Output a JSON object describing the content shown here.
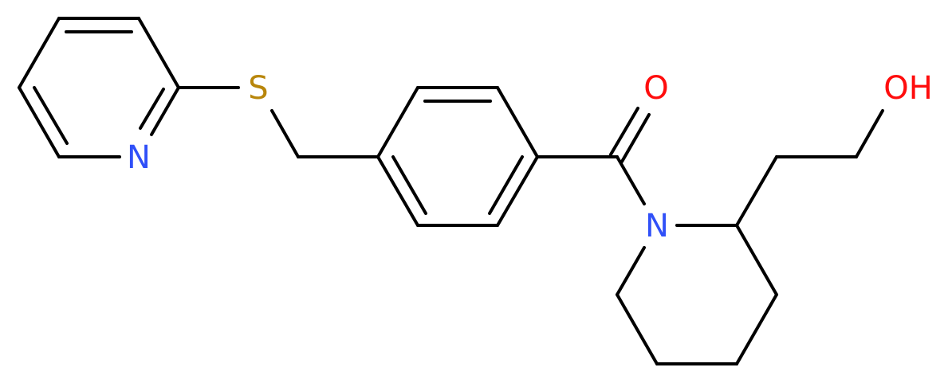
{
  "diagram": {
    "type": "chemical-structure",
    "description": "2-(2-hydroxyethyl)piperidin-1-yl 4-[(pyridin-2-ylsulfanyl)methyl]phenyl methanone",
    "colors": {
      "bond": "#000000",
      "nitrogen": "#3050F8",
      "oxygen": "#FF0D0D",
      "sulfur": "#B8860B",
      "background": "#FFFFFF"
    },
    "atoms": {
      "pyridine_n": "N",
      "sulfur": "S",
      "carbonyl_o": "O",
      "amide_n": "N",
      "hydroxyl": "OH"
    }
  }
}
